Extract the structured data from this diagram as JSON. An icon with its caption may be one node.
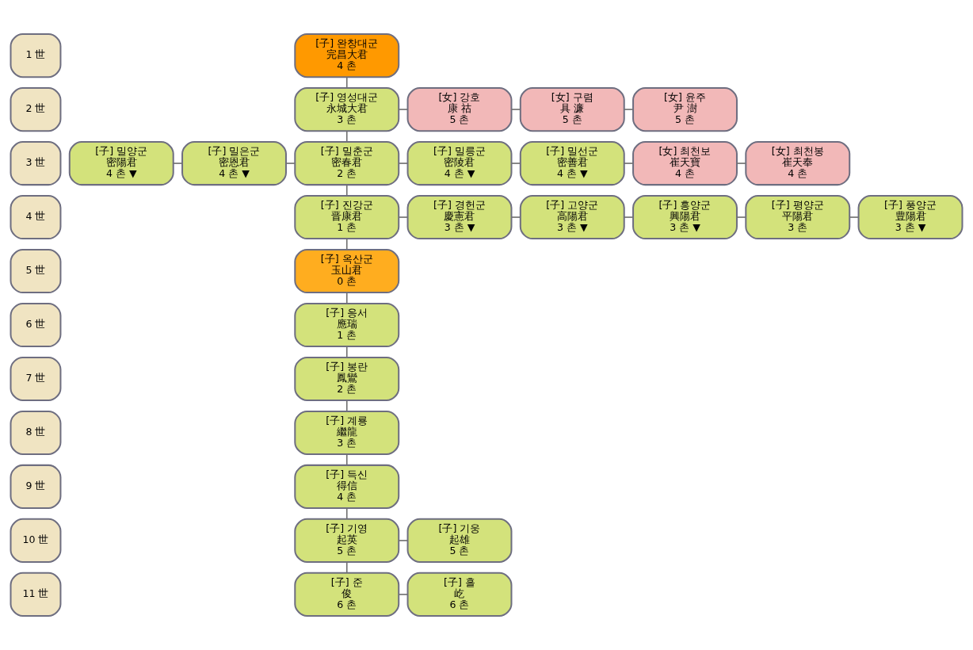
{
  "diagram": {
    "nodes": [
      {
        "text": [
          "1 世"
        ]
      },
      {
        "text": [
          "[子] 완창대군",
          "完昌大君",
          "4 촌"
        ]
      },
      {
        "text": [
          "2 世"
        ]
      },
      {
        "text": [
          "[子] 영성대군",
          "永城大君",
          "3 촌"
        ]
      },
      {
        "text": [
          "[女] 강호",
          "康 祜",
          "5 촌"
        ]
      },
      {
        "text": [
          "[女] 구렴",
          "具 濂",
          "5 촌"
        ]
      },
      {
        "text": [
          "[女] 윤주",
          "尹 澍",
          "5 촌"
        ]
      },
      {
        "text": [
          "3 世"
        ]
      },
      {
        "text": [
          "[子] 밀양군",
          "密陽君",
          "4 촌 ▼"
        ]
      },
      {
        "text": [
          "[子] 밀은군",
          "密恩君",
          "4 촌 ▼"
        ]
      },
      {
        "text": [
          "[子] 밀춘군",
          "密春君",
          "2 촌"
        ]
      },
      {
        "text": [
          "[子] 밀릉군",
          "密陵君",
          "4 촌 ▼"
        ]
      },
      {
        "text": [
          "[子] 밀선군",
          "密善君",
          "4 촌 ▼"
        ]
      },
      {
        "text": [
          "[女] 최천보",
          "崔天寶",
          "4 촌"
        ]
      },
      {
        "text": [
          "[女] 최천봉",
          "崔天奉",
          "4 촌"
        ]
      },
      {
        "text": [
          "4 世"
        ]
      },
      {
        "text": [
          "[子] 진강군",
          "晋康君",
          "1 촌"
        ]
      },
      {
        "text": [
          "[子] 경헌군",
          "慶憲君",
          "3 촌 ▼"
        ]
      },
      {
        "text": [
          "[子] 고양군",
          "高陽君",
          "3 촌 ▼"
        ]
      },
      {
        "text": [
          "[子] 흥양군",
          "興陽君",
          "3 촌 ▼"
        ]
      },
      {
        "text": [
          "[子] 평양군",
          "平陽君",
          "3 촌"
        ]
      },
      {
        "text": [
          "[子] 풍양군",
          "豊陽君",
          "3 촌 ▼"
        ]
      },
      {
        "text": [
          "5 世"
        ]
      },
      {
        "text": [
          "[子] 옥산군",
          "玉山君",
          "0 촌"
        ]
      },
      {
        "text": [
          "6 世"
        ]
      },
      {
        "text": [
          "[子] 응서",
          "應瑞",
          "1 촌"
        ]
      },
      {
        "text": [
          "7 世"
        ]
      },
      {
        "text": [
          "[子] 봉란",
          "鳳鸞",
          "2 촌"
        ]
      },
      {
        "text": [
          "8 世"
        ]
      },
      {
        "text": [
          "[子] 계룡",
          "繼龍",
          "3 촌"
        ]
      },
      {
        "text": [
          "9 世"
        ]
      },
      {
        "text": [
          "[子] 득신",
          "得信",
          "4 촌"
        ]
      },
      {
        "text": [
          "10 世"
        ]
      },
      {
        "text": [
          "[子] 기영",
          "起英",
          "5 촌"
        ]
      },
      {
        "text": [
          "[子] 기웅",
          "起雄",
          "5 촌"
        ]
      },
      {
        "text": [
          "11 世"
        ]
      },
      {
        "text": [
          "[子] 준",
          "俊",
          "6 촌"
        ]
      },
      {
        "text": [
          "[子] 흘",
          "屹",
          "6 촌"
        ]
      }
    ],
    "edges": [
      {
        "from": 1,
        "to": 3,
        "arrow": "none"
      },
      {
        "from": 3,
        "to": 4,
        "arrow": "none"
      },
      {
        "from": 4,
        "to": 5,
        "arrow": "none"
      },
      {
        "from": 5,
        "to": 6,
        "arrow": "none"
      },
      {
        "from": 3,
        "to": 10,
        "arrow": "none"
      },
      {
        "from": 8,
        "to": 9,
        "arrow": "none"
      },
      {
        "from": 9,
        "to": 10,
        "arrow": "none"
      },
      {
        "from": 10,
        "to": 11,
        "arrow": "none"
      },
      {
        "from": 11,
        "to": 12,
        "arrow": "none"
      },
      {
        "from": 12,
        "to": 13,
        "arrow": "none"
      },
      {
        "from": 13,
        "to": 14,
        "arrow": "none"
      },
      {
        "from": 10,
        "to": 16,
        "arrow": "none"
      },
      {
        "from": 16,
        "to": 17,
        "arrow": "none"
      },
      {
        "from": 17,
        "to": 18,
        "arrow": "none"
      },
      {
        "from": 18,
        "to": 19,
        "arrow": "none"
      },
      {
        "from": 19,
        "to": 20,
        "arrow": "none"
      },
      {
        "from": 20,
        "to": 21,
        "arrow": "none"
      },
      {
        "from": 16,
        "to": 23,
        "arrow": "none"
      },
      {
        "from": 23,
        "to": 25,
        "arrow": "none"
      },
      {
        "from": 25,
        "to": 27,
        "arrow": "none"
      },
      {
        "from": 27,
        "to": 29,
        "arrow": "none"
      },
      {
        "from": 29,
        "to": 31,
        "arrow": "none"
      },
      {
        "from": 31,
        "to": 33,
        "arrow": "none"
      },
      {
        "from": 33,
        "to": 34,
        "arrow": "none"
      },
      {
        "from": 33,
        "to": 36,
        "arrow": "none"
      },
      {
        "from": 36,
        "to": 37,
        "arrow": "none"
      }
    ]
  }
}
